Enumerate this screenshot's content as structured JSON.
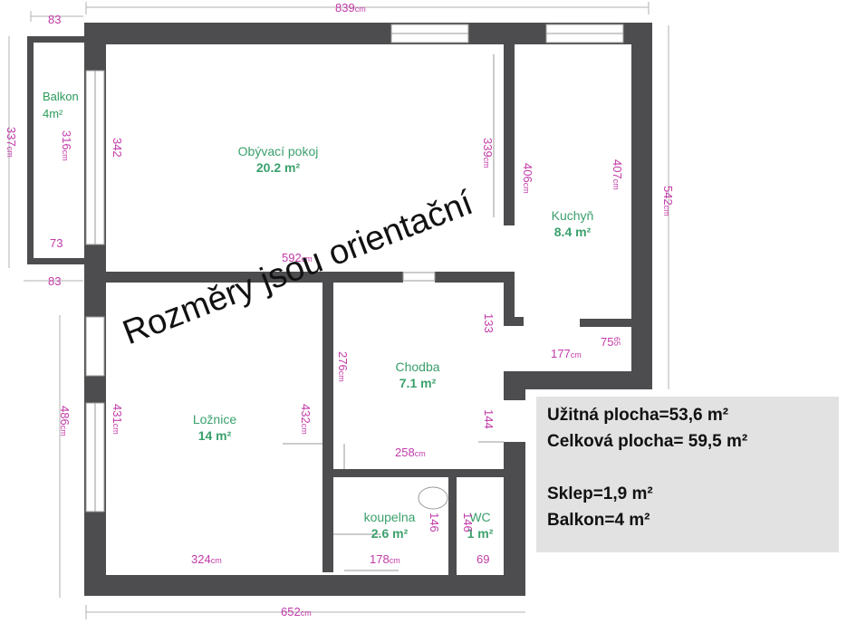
{
  "dimensions": {
    "total_width": "839",
    "balcony_width_top": "83",
    "balcony_width_bottom": "83",
    "balcony_inner_width": "73",
    "balcony_height_outer": "337",
    "balcony_height_inner": "316",
    "living_left_height": "342",
    "living_right_height": "339",
    "living_width": "592",
    "kitchen_left_height": "406",
    "kitchen_right_height": "407",
    "total_height": "542",
    "kitchen_width": "177",
    "kitchen_small_w": "75",
    "kitchen_small_h": "65",
    "hall_top_height": "133",
    "hall_left_height": "276",
    "hall_bottom_right_height": "144",
    "hall_width": "258",
    "bedroom_left_total": "486",
    "bedroom_height": "431",
    "bedroom_right_height": "432",
    "bedroom_width": "324",
    "bath_width": "178",
    "bath_height": "146",
    "wc_height": "146",
    "wc_width": "69",
    "bottom_total_width": "652",
    "unit": "cm"
  },
  "rooms": {
    "balkon": {
      "name": "Balkon",
      "area": "4m²"
    },
    "living": {
      "name": "Obývací pokoj",
      "area": "20.2 m²"
    },
    "kitchen": {
      "name": "Kuchyň",
      "area": "8.4 m²"
    },
    "hall": {
      "name": "Chodba",
      "area": "7.1 m²"
    },
    "bedroom": {
      "name": "Ložnice",
      "area": "14 m²"
    },
    "bathroom": {
      "name": "koupelna",
      "area": "2.6 m²"
    },
    "wc": {
      "name": "WC",
      "area": "1 m²"
    }
  },
  "watermark": "Rozměry jsou orientační",
  "summary": {
    "usable_area": "Užitná plocha=53,6 m²",
    "total_area": "Celková plocha= 59,5 m²",
    "cellar": "Sklep=1,9 m²",
    "balcony": "Balkon=4 m²"
  },
  "colors": {
    "wall": "#4d4d4f",
    "dimension": "#c23aa8",
    "room_label": "#3aa06c",
    "info_box": "#e2e2e2"
  }
}
